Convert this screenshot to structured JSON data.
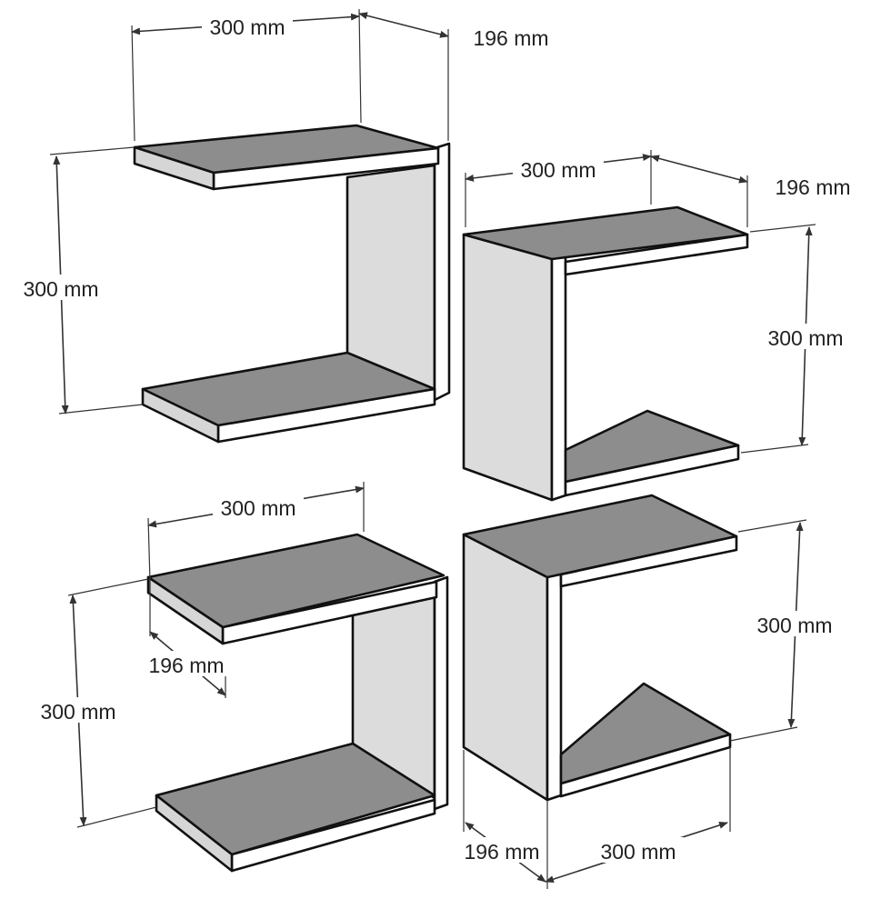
{
  "colors": {
    "board_top": "#8d8d8d",
    "board_front": "#ffffff",
    "board_side": "#d6d6d6",
    "panel_inner": "#dcdcdc",
    "outline": "#111111"
  },
  "shelves": [
    {
      "name": "shelf-top-left",
      "opening": "left"
    },
    {
      "name": "shelf-top-right",
      "opening": "right"
    },
    {
      "name": "shelf-bottom-left",
      "opening": "left"
    },
    {
      "name": "shelf-bottom-right",
      "opening": "right"
    }
  ],
  "dimensions": [
    {
      "label": "300 mm"
    },
    {
      "label": "196 mm"
    },
    {
      "label": "300 mm"
    },
    {
      "label": "300 mm"
    },
    {
      "label": "196 mm"
    },
    {
      "label": "300 mm"
    },
    {
      "label": "300 mm"
    },
    {
      "label": "196 mm"
    },
    {
      "label": "300 mm"
    },
    {
      "label": "300 mm"
    },
    {
      "label": "196 mm"
    },
    {
      "label": "300 mm"
    }
  ]
}
